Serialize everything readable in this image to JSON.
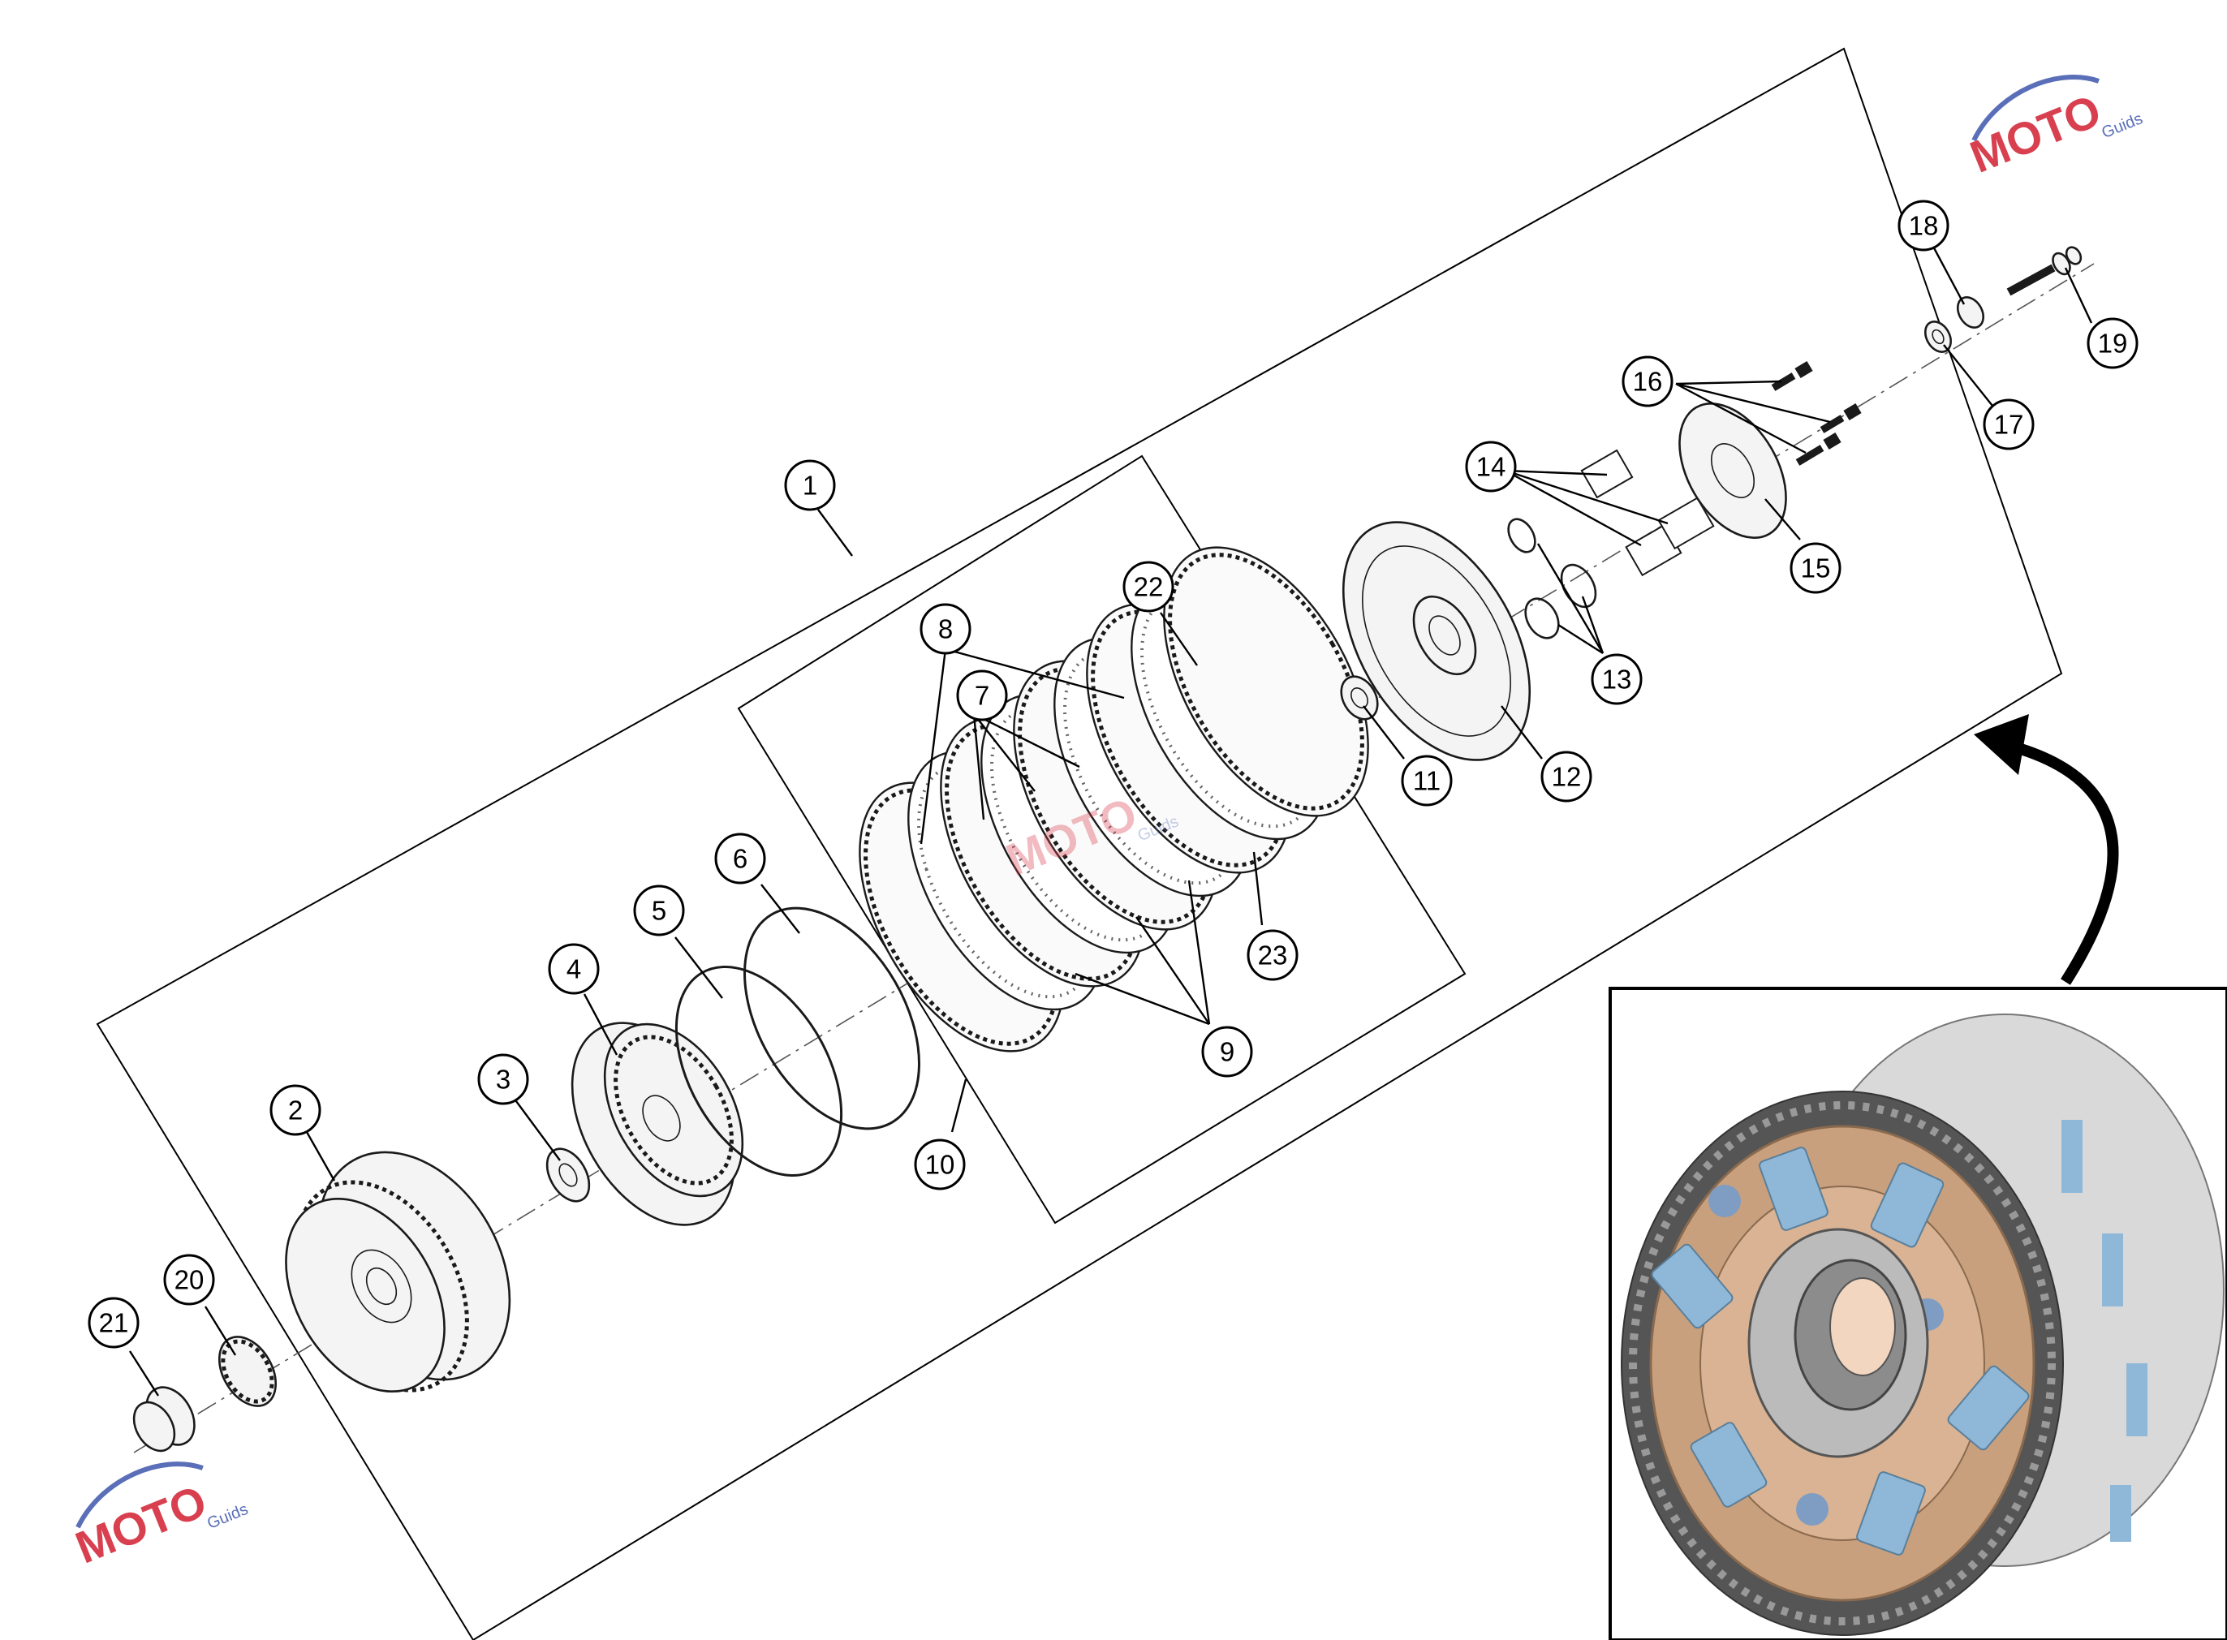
{
  "diagram": {
    "callouts": [
      {
        "id": "1",
        "label": "1"
      },
      {
        "id": "2",
        "label": "2"
      },
      {
        "id": "3",
        "label": "3"
      },
      {
        "id": "4",
        "label": "4"
      },
      {
        "id": "5",
        "label": "5"
      },
      {
        "id": "6",
        "label": "6"
      },
      {
        "id": "7",
        "label": "7"
      },
      {
        "id": "8",
        "label": "8"
      },
      {
        "id": "9",
        "label": "9"
      },
      {
        "id": "10",
        "label": "10"
      },
      {
        "id": "11",
        "label": "11"
      },
      {
        "id": "12",
        "label": "12"
      },
      {
        "id": "13",
        "label": "13"
      },
      {
        "id": "14",
        "label": "14"
      },
      {
        "id": "15",
        "label": "15"
      },
      {
        "id": "16",
        "label": "16"
      },
      {
        "id": "17",
        "label": "17"
      },
      {
        "id": "18",
        "label": "18"
      },
      {
        "id": "19",
        "label": "19"
      },
      {
        "id": "20",
        "label": "20"
      },
      {
        "id": "21",
        "label": "21"
      },
      {
        "id": "22",
        "label": "22"
      },
      {
        "id": "23",
        "label": "23"
      }
    ],
    "inset": {
      "description_icon": "clutch-basket-render"
    },
    "colors": {
      "line": "#000000",
      "hub_bronze": "#c8a07e",
      "friction_blue": "#8fb8d8",
      "basket_grey": "#d9d9d9",
      "watermark_red": "#d8404f",
      "watermark_blue": "#5a6fb8"
    }
  },
  "watermarks": [
    {
      "text": "MOTO",
      "subtext": "Guids"
    },
    {
      "text": "MOTO",
      "subtext": "Guids"
    },
    {
      "text": "MOTO",
      "subtext": "Guids"
    }
  ]
}
